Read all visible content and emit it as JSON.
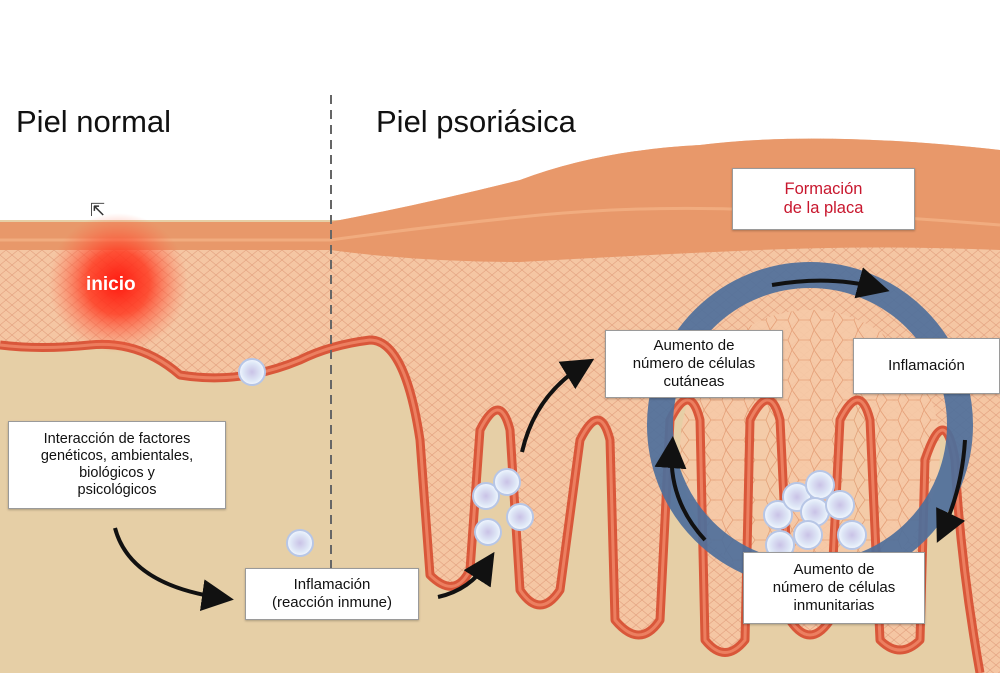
{
  "titles": {
    "normal": "Piel normal",
    "psoriatic": "Piel psoriásica"
  },
  "labels": {
    "start": "inicio",
    "factors": "Interacción de factores\ngenéticos, ambientales,\nbiológicos y\npsicológicos",
    "inflammation_immune": "Inflamación\n(reacción inmune)",
    "skin_cells_increase": "Aumento de\nnúmero de células\ncutáneas",
    "inflammation": "Inflamación",
    "immune_cells_increase": "Aumento de\nnúmero de células\ninmunitarias",
    "plaque_formation": "Formación\nde la placa"
  },
  "colors": {
    "dermis": "#e6cfa6",
    "epidermis": "#f3c09d",
    "stratum_corneum": "#e99a6a",
    "capillary": "#d9573a",
    "cycle_ring": "#4e6f9b",
    "start_glow": "#ff2a1a",
    "plaque_text": "#c8172e"
  },
  "icons": {
    "cycle": "circular-arrow-icon",
    "cursor": "mouse-pointer-icon",
    "immune_cell": "immune-cell-icon"
  }
}
